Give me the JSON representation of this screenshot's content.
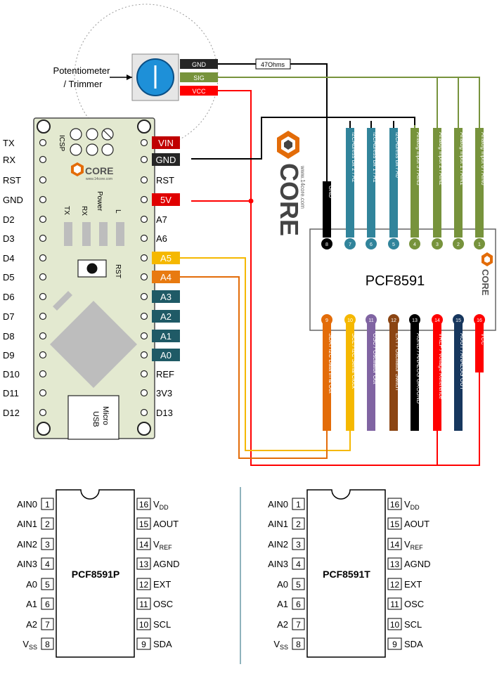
{
  "colors": {
    "board": "#e3e9d0",
    "vin_bg": "#c00000",
    "gnd_bg": "#262626",
    "v5_bg": "#e00000",
    "a5_bg": "#f5b800",
    "a4_bg": "#e87a10",
    "analog_bg": "#1f5a66",
    "teal": "#31849b",
    "green": "#77933c",
    "purple": "#8064a2",
    "brown": "#8b4513",
    "black": "#000000",
    "red": "#ff0000",
    "navy": "#17375e",
    "orange": "#e36c09",
    "yellow": "#f5b800"
  },
  "potentiometer": {
    "label_line1": "Potentiometer",
    "label_line2": "/ Trimmer",
    "pins": [
      "GND",
      "SIG",
      "VCC"
    ],
    "resistor": "47Ohms"
  },
  "arduino": {
    "left_pins": [
      "TX",
      "RX",
      "RST",
      "GND",
      "D2",
      "D3",
      "D4",
      "D5",
      "D6",
      "D7",
      "D8",
      "D9",
      "D10",
      "D11",
      "D12"
    ],
    "right_pins": [
      "VIN",
      "GND",
      "RST",
      "5V",
      "A7",
      "A6",
      "A5",
      "A4",
      "A3",
      "A2",
      "A1",
      "A0",
      "REF",
      "3V3",
      "D13"
    ],
    "icsp": "ICSP",
    "leds": [
      "TX",
      "RX",
      "Power",
      "L"
    ],
    "rst_button": "RST",
    "usb_line1": "Micro",
    "usb_line2": "USB",
    "logo": "CORE",
    "logo_url": "www.14core.com"
  },
  "brand": {
    "text": "CORE",
    "url": "www.14core.com"
  },
  "pcf_board": {
    "title": "PCF8591",
    "top_labels": [
      "GND",
      "I2CAdress Bit 2 / A2",
      "I2CAdress Bit 1 / A1",
      "I2CAdress Bit / A0",
      "Analog Input 3 / AIN3",
      "Analog Input 2 / AIN2",
      "Analog Input 1 / AIN1",
      "Analog Input 0 / AIN0"
    ],
    "top_numbers": [
      "8",
      "7",
      "6",
      "5",
      "4",
      "3",
      "2",
      "1"
    ],
    "bottom_labels": [
      "SDA / I2C Data In & Out",
      "SCL / I2C Serial Clock",
      "OSC / Oscillator Out",
      "EXT / Oscillator Switch",
      "AGND / ANALOG GROUND",
      "VREF / Voltage Reference",
      "AOUT / ANALOG OUT",
      "VCC"
    ],
    "bottom_numbers": [
      "9",
      "10",
      "11",
      "12",
      "13",
      "14",
      "15",
      "16"
    ]
  },
  "chips": [
    {
      "name": "PCF8591P",
      "left_pins": [
        {
          "label": "AIN0",
          "num": "1"
        },
        {
          "label": "AIN1",
          "num": "2"
        },
        {
          "label": "AIN2",
          "num": "3"
        },
        {
          "label": "AIN3",
          "num": "4"
        },
        {
          "label": "A0",
          "num": "5"
        },
        {
          "label": "A1",
          "num": "6"
        },
        {
          "label": "A2",
          "num": "7"
        },
        {
          "label": "VSS",
          "num": "8"
        }
      ],
      "right_pins": [
        {
          "label": "VDD",
          "num": "16"
        },
        {
          "label": "AOUT",
          "num": "15"
        },
        {
          "label": "VREF",
          "num": "14"
        },
        {
          "label": "AGND",
          "num": "13"
        },
        {
          "label": "EXT",
          "num": "12"
        },
        {
          "label": "OSC",
          "num": "11"
        },
        {
          "label": "SCL",
          "num": "10"
        },
        {
          "label": "SDA",
          "num": "9"
        }
      ]
    },
    {
      "name": "PCF8591T",
      "left_pins": [
        {
          "label": "AIN0",
          "num": "1"
        },
        {
          "label": "AIN1",
          "num": "2"
        },
        {
          "label": "AIN2",
          "num": "3"
        },
        {
          "label": "AIN3",
          "num": "4"
        },
        {
          "label": "A0",
          "num": "5"
        },
        {
          "label": "A1",
          "num": "6"
        },
        {
          "label": "A2",
          "num": "7"
        },
        {
          "label": "VSS",
          "num": "8"
        }
      ],
      "right_pins": [
        {
          "label": "VDD",
          "num": "16"
        },
        {
          "label": "AOUT",
          "num": "15"
        },
        {
          "label": "VREF",
          "num": "14"
        },
        {
          "label": "AGND",
          "num": "13"
        },
        {
          "label": "EXT",
          "num": "12"
        },
        {
          "label": "OSC",
          "num": "11"
        },
        {
          "label": "SCL",
          "num": "10"
        },
        {
          "label": "SDA",
          "num": "9"
        }
      ]
    }
  ]
}
